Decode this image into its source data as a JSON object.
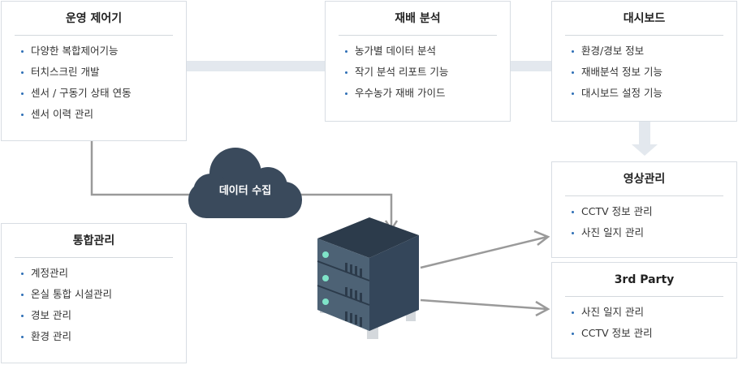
{
  "boxes": {
    "operation": {
      "title": "운영 제어기",
      "items": [
        "다양한 복합제어기능",
        "터치스크린 개발",
        "센서 / 구동기 상태 연동",
        "센서 이력 관리"
      ]
    },
    "analysis": {
      "title": "재배 분석",
      "items": [
        "농가별 데이터 분석",
        "작기 분석 리포트 기능",
        "우수농가 재배 가이드"
      ]
    },
    "dashboard": {
      "title": "대시보드",
      "items": [
        "환경/경보 정보",
        "재배분석 정보 기능",
        "대시보드 설정 기능"
      ]
    },
    "video": {
      "title": "영상관리",
      "items": [
        "CCTV 정보 관리",
        "사진 일지 관리"
      ]
    },
    "thirdparty": {
      "title": "3rd Party",
      "items": [
        "사진 일지 관리",
        "CCTV 정보 관리"
      ]
    },
    "integration": {
      "title": "통합관리",
      "items": [
        "계정관리",
        "온실 통합 시설관리",
        "경보 관리",
        "환경 관리"
      ]
    }
  },
  "cloud": {
    "label": "데이터 수집"
  },
  "colors": {
    "connector": "#e3e8ee",
    "line": "#9a9a9a",
    "cloud": "#3a4a5c",
    "bullet": "#2f6fb6",
    "server_dark": "#3a4a5c",
    "server_mid": "#4d6275",
    "led": "#7fe3c8"
  }
}
